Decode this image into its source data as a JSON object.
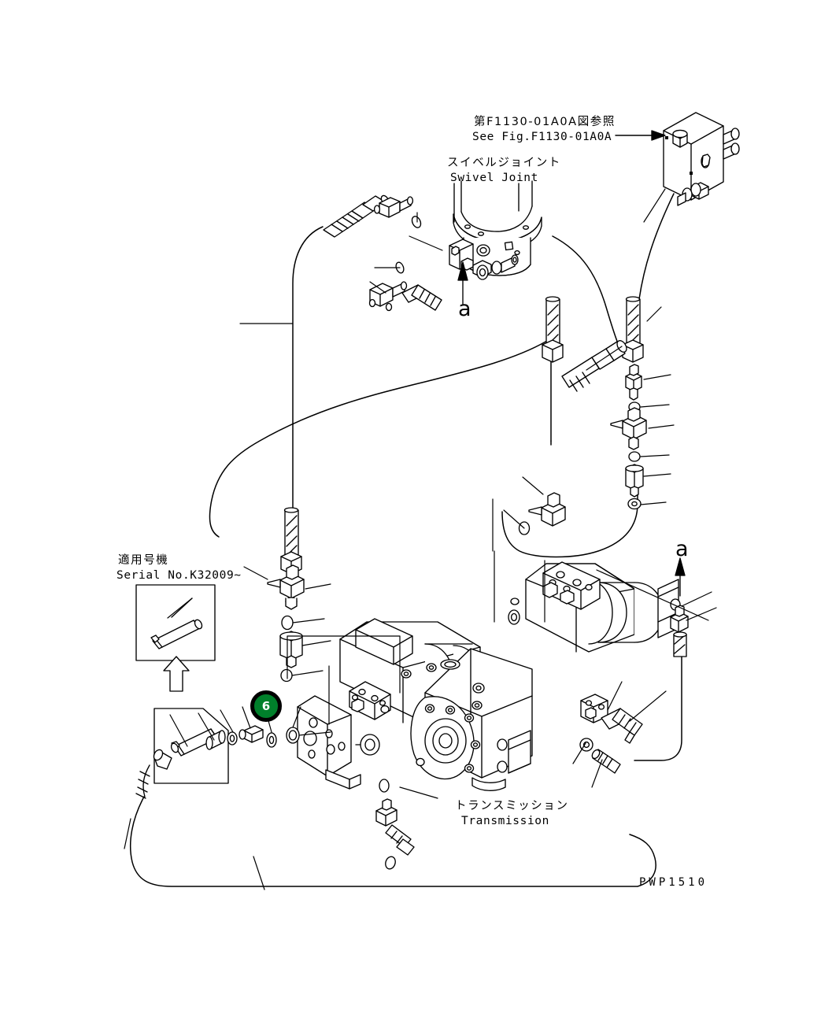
{
  "sheet": {
    "drawing_number": "PWP1510",
    "background_color": "#ffffff",
    "line_color": "#000000"
  },
  "labels": {
    "see_fig_jp": "第F1130-01A0A図参照",
    "see_fig_en": "See Fig.F1130-01A0A",
    "swivel_joint_jp": "スイベルジョイント",
    "swivel_joint_en": "Swivel Joint",
    "serial_jp": "適用号機",
    "serial_en": "Serial No.K32009~",
    "transmission_jp": "トランスミッション",
    "transmission_en": "Transmission"
  },
  "section_marks": {
    "upper": "a",
    "right": "a"
  },
  "callouts": [
    {
      "number": "6",
      "fill_color": "#00802b",
      "ring_color": "#000000",
      "text_color": "#ffffff",
      "points_to": "o-ring"
    }
  ]
}
